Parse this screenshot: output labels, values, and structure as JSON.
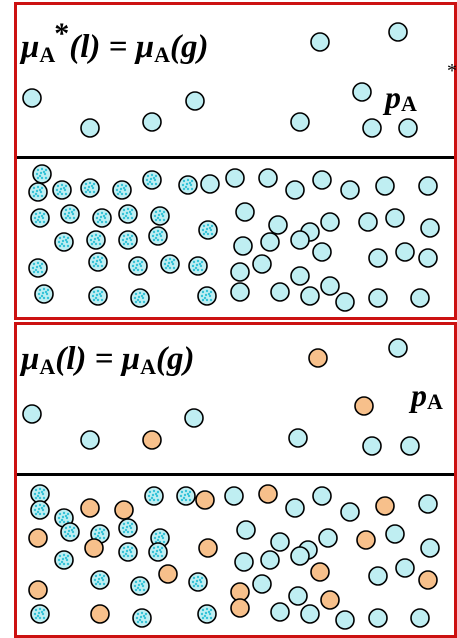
{
  "top_panel": {
    "equation": {
      "mu": "μ",
      "sub_a": "A",
      "star": "*",
      "l": "(l)",
      "eq": " = ",
      "mu2": "μ",
      "sub_a2": "A",
      "g": "(g)"
    },
    "pressure_label": {
      "p": "p",
      "sub": "A",
      "star": "*"
    }
  },
  "bottom_panel": {
    "equation": {
      "mu": "μ",
      "sub_a": "A",
      "l": "(l)",
      "eq": " = ",
      "mu2": "μ",
      "sub_a2": "A",
      "g": "(g)"
    },
    "pressure_label": {
      "p": "p",
      "sub": "A"
    }
  },
  "colors": {
    "border": "#cc1111",
    "solvent_molecule": "#bfeef2",
    "solute_molecule": "#f7c08b",
    "dotted_molecule_dots": "#35c3d8",
    "outline": "#000000"
  }
}
